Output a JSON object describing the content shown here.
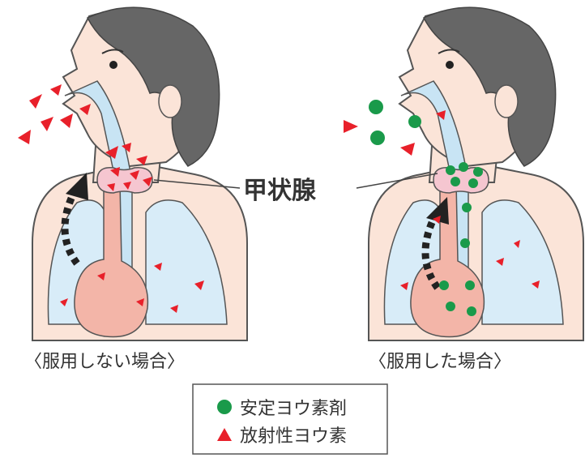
{
  "labels": {
    "thyroid": "甲状腺",
    "left_caption": "〈服用しない場合〉",
    "right_caption": "〈服用した場合〉"
  },
  "legend": {
    "items": [
      {
        "label": "安定ヨウ素剤",
        "marker": "green-circle-icon",
        "color": "#1a9a4a"
      },
      {
        "label": "放射性ヨウ素",
        "marker": "red-triangle-icon",
        "color": "#e8202a"
      }
    ]
  },
  "colors": {
    "hair": "#666666",
    "skin": "#fbe4d8",
    "outline": "#555555",
    "lung": "#d8ecf8",
    "stomach": "#f3b5a8",
    "airway": "#c8e4f4",
    "radioactive": "#e8202a",
    "stable": "#1a9a4a",
    "arrow": "#222222"
  }
}
